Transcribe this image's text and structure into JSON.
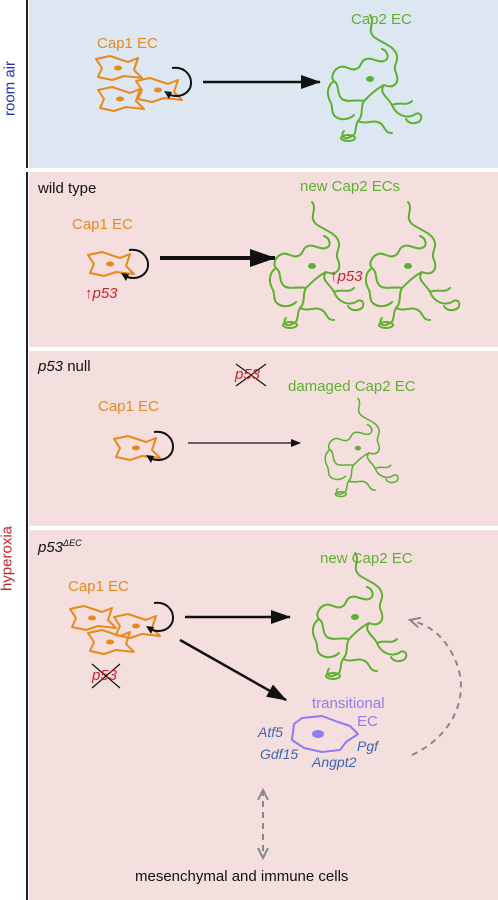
{
  "colors": {
    "room_air_bg": "#DCE7F2",
    "hyperoxia_bg": "#F5DFDE",
    "cap1": "#E8891A",
    "cap2": "#5DB030",
    "p53": "#C4262E",
    "transitional": "#8E7CF0",
    "genes": "#3E64B0",
    "axis_blue": "#1f2fb5",
    "axis_red": "#C4262E"
  },
  "side": {
    "room_air": "room air",
    "hyperoxia": "hyperoxia"
  },
  "room_air": {
    "cap1": "Cap1 EC",
    "cap2": "Cap2 EC"
  },
  "wild_type": {
    "title": "wild type",
    "cap1": "Cap1 EC",
    "p53_up_left": "↑p53",
    "cap2": "new Cap2 ECs",
    "p53_up_right": "↑p53"
  },
  "p53_null": {
    "title_italic": "p53",
    "title_rest": " null",
    "crossed": "p53",
    "cap1": "Cap1 EC",
    "cap2": "damaged Cap2 EC"
  },
  "p53_dEC": {
    "title_main": "p53",
    "title_sup": "ΔEC",
    "cap1": "Cap1 EC",
    "crossed": "p53",
    "cap2": "new Cap2 EC",
    "transitional_1": "transitional",
    "transitional_2": "EC",
    "genes": {
      "atf5": "Atf5",
      "gdf15": "Gdf15",
      "pgf": "Pgf",
      "angpt2": "Angpt2"
    },
    "bottom": "mesenchymal and immune cells"
  }
}
